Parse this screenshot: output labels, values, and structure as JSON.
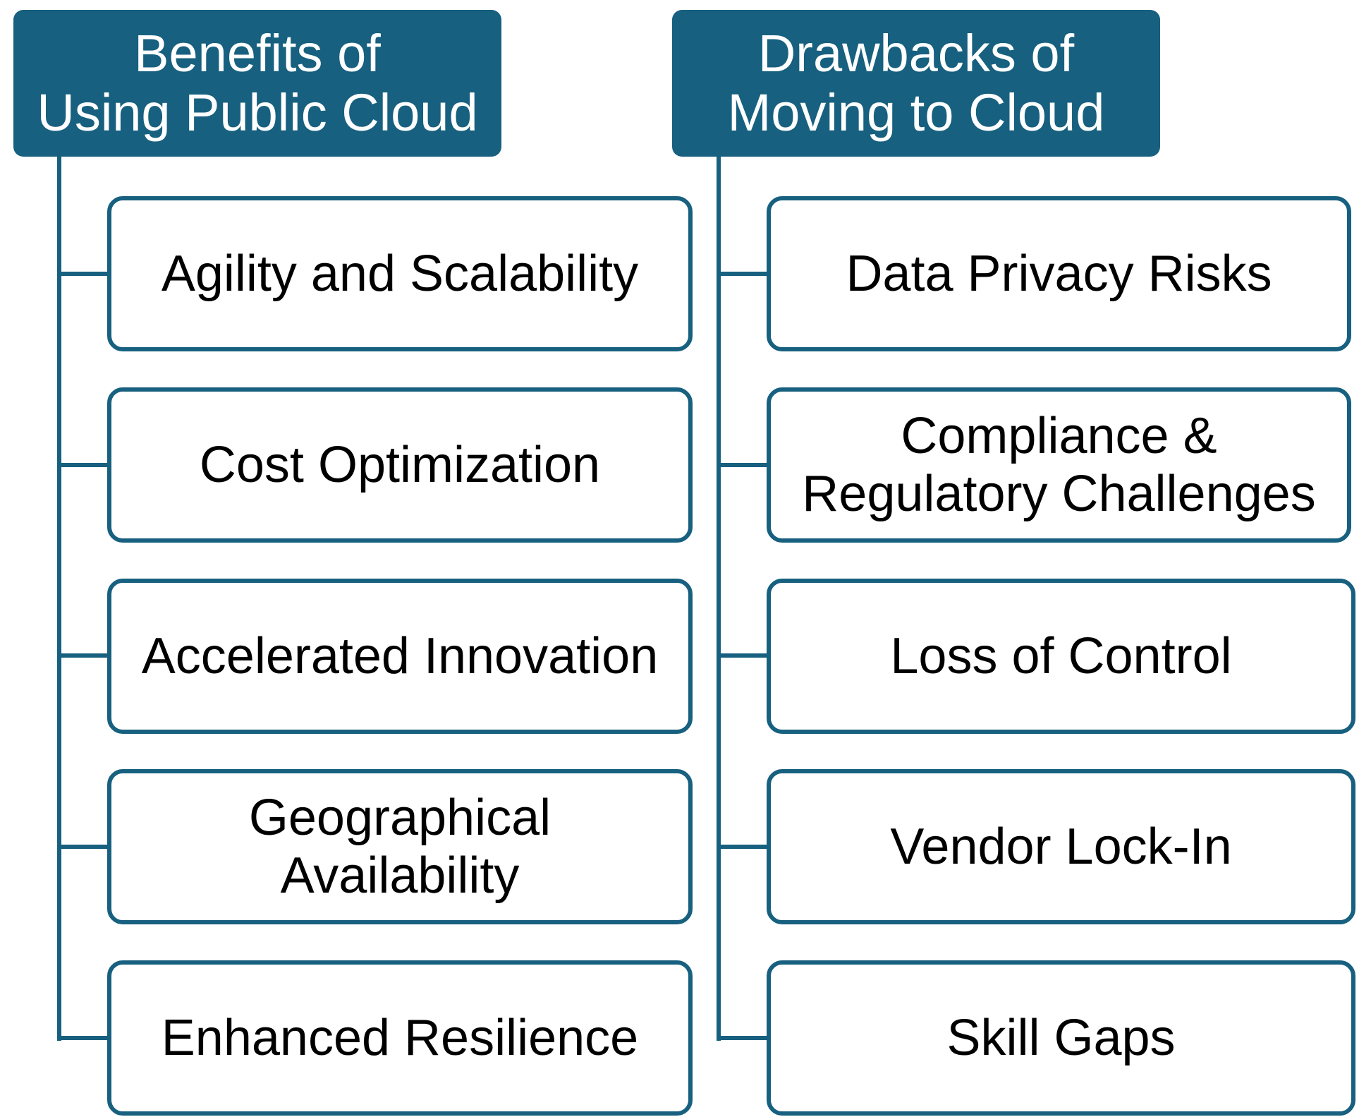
{
  "colors": {
    "accent": "#17607f",
    "text": "#000000",
    "header_text": "#ffffff",
    "background": "#ffffff"
  },
  "benefits": {
    "title": "Benefits of\nUsing Public Cloud",
    "items": [
      "Agility and Scalability",
      "Cost Optimization",
      "Accelerated Innovation",
      "Geographical\nAvailability",
      "Enhanced Resilience"
    ]
  },
  "drawbacks": {
    "title": "Drawbacks of\nMoving to Cloud",
    "items": [
      "Data Privacy Risks",
      "Compliance &\nRegulatory Challenges",
      "Loss of Control",
      "Vendor Lock-In",
      "Skill Gaps"
    ]
  }
}
